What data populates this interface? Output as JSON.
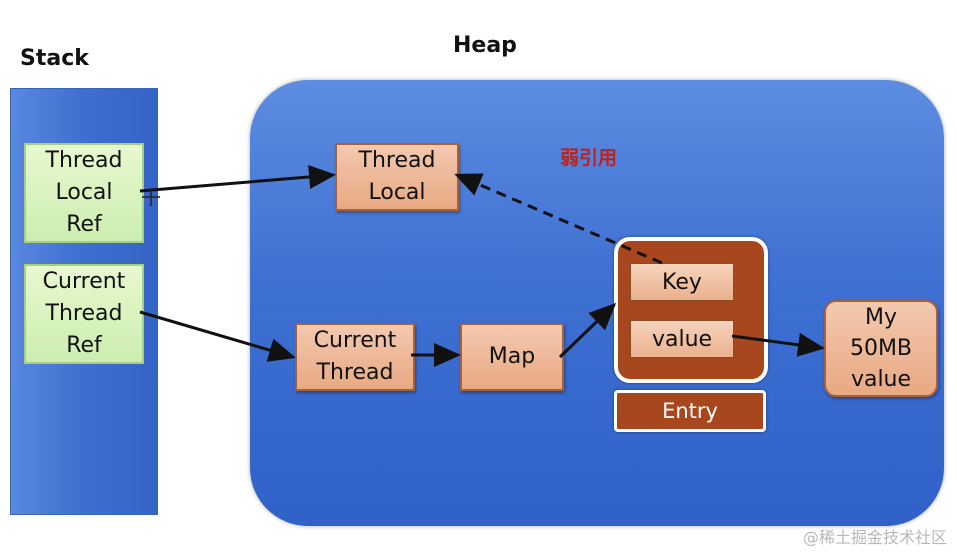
{
  "titles": {
    "stack": "Stack",
    "heap": "Heap"
  },
  "stack": {
    "thread_local_ref": "Thread\nLocal\nRef",
    "current_thread_ref": "Current\nThread\nRef"
  },
  "heap": {
    "thread_local": "Thread\nLocal",
    "current_thread": "Current\nThread",
    "map": "Map",
    "entry": {
      "key": "Key",
      "value": "value",
      "label": "Entry"
    },
    "big_value": "My\n50MB\nvalue",
    "weak_reference_label": "弱引用"
  },
  "watermark": "@稀土掘金技术社区",
  "colors": {
    "stack_fill": "#3e6fd0",
    "heap_fill": "#3f70d3",
    "ref_box_fill": "#d8f3bf",
    "object_box_fill": "#eeb898",
    "entry_fill": "#a8461d",
    "weak_ref_text": "#c0201a"
  }
}
